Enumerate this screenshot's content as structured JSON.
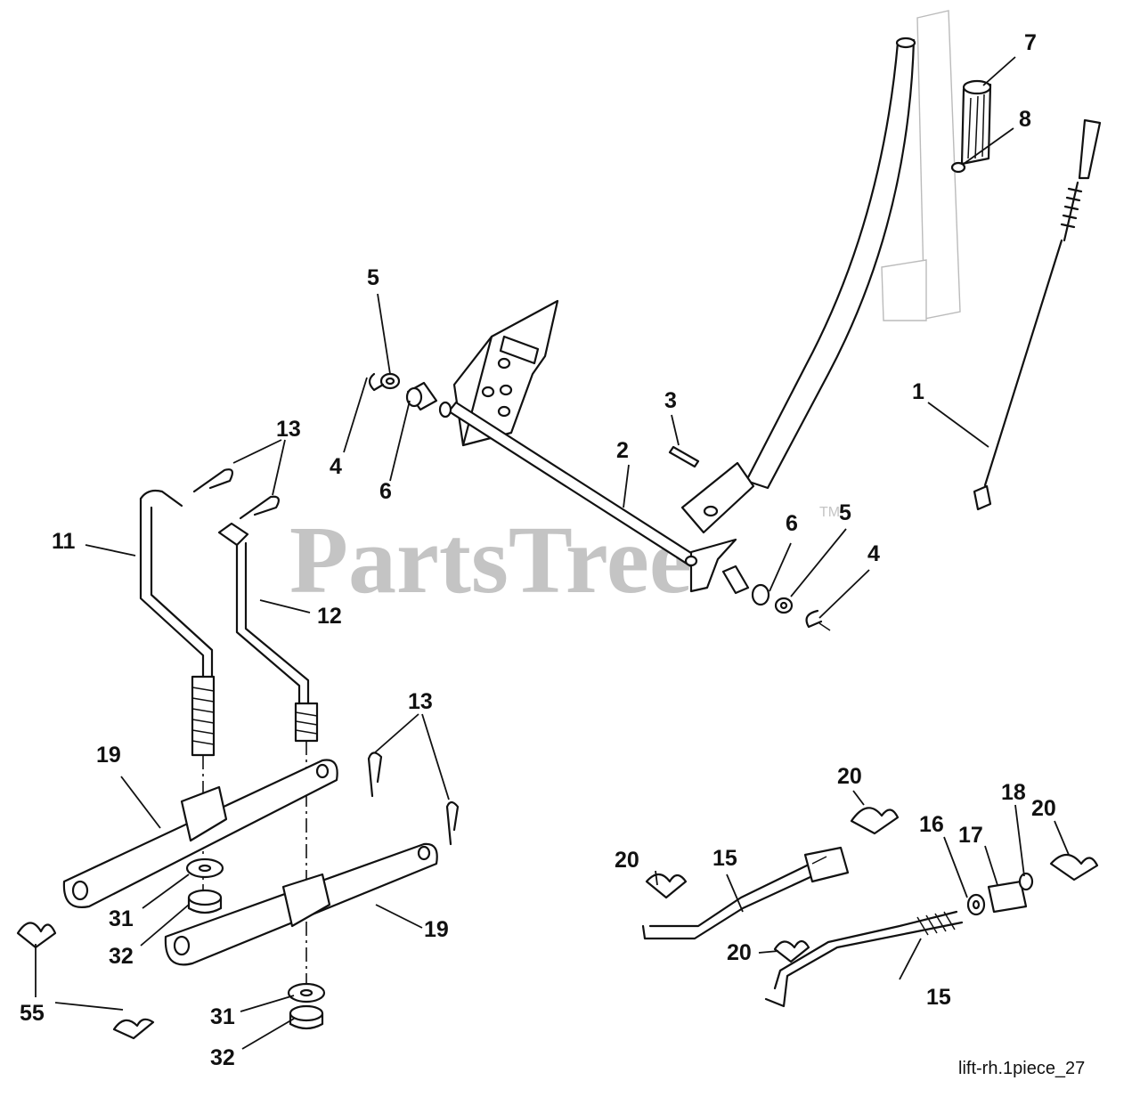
{
  "watermark": {
    "text": "PartsTree",
    "trademark": "TM"
  },
  "caption": "lift-rh.1piece_27",
  "callouts": [
    {
      "id": "c1",
      "label": "1"
    },
    {
      "id": "c2",
      "label": "2"
    },
    {
      "id": "c3",
      "label": "3"
    },
    {
      "id": "c4a",
      "label": "4"
    },
    {
      "id": "c4b",
      "label": "4"
    },
    {
      "id": "c5a",
      "label": "5"
    },
    {
      "id": "c5b",
      "label": "5"
    },
    {
      "id": "c6a",
      "label": "6"
    },
    {
      "id": "c6b",
      "label": "6"
    },
    {
      "id": "c7",
      "label": "7"
    },
    {
      "id": "c8",
      "label": "8"
    },
    {
      "id": "c11",
      "label": "11"
    },
    {
      "id": "c12",
      "label": "12"
    },
    {
      "id": "c13a",
      "label": "13"
    },
    {
      "id": "c13b",
      "label": "13"
    },
    {
      "id": "c15a",
      "label": "15"
    },
    {
      "id": "c15b",
      "label": "15"
    },
    {
      "id": "c16",
      "label": "16"
    },
    {
      "id": "c17",
      "label": "17"
    },
    {
      "id": "c18",
      "label": "18"
    },
    {
      "id": "c19a",
      "label": "19"
    },
    {
      "id": "c19b",
      "label": "19"
    },
    {
      "id": "c20a",
      "label": "20"
    },
    {
      "id": "c20b",
      "label": "20"
    },
    {
      "id": "c20c",
      "label": "20"
    },
    {
      "id": "c20d",
      "label": "20"
    },
    {
      "id": "c31a",
      "label": "31"
    },
    {
      "id": "c31b",
      "label": "31"
    },
    {
      "id": "c32a",
      "label": "32"
    },
    {
      "id": "c32b",
      "label": "32"
    },
    {
      "id": "c55",
      "label": "55"
    }
  ]
}
